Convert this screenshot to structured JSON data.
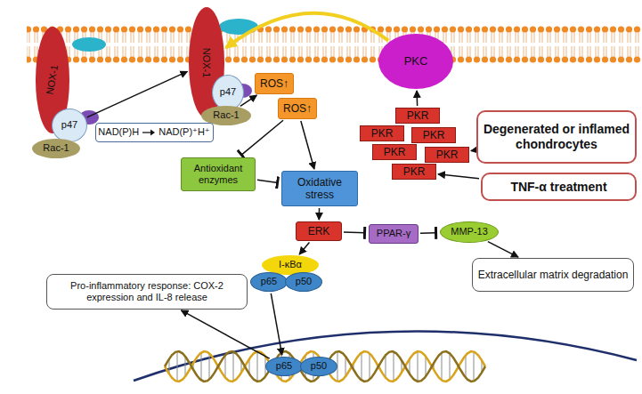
{
  "diagram": {
    "nodes": [
      {
        "text": [
          "NOX-1"
        ]
      },
      {
        "text": [
          "p47"
        ]
      },
      {
        "text": [
          "Rac-1"
        ]
      },
      {
        "text": [
          "NOX-1"
        ]
      },
      {
        "text": [
          "p47"
        ]
      },
      {
        "text": [
          "Rac-1"
        ]
      },
      {
        "text": [
          "NAD(P)H",
          "NAD(P)⁺H⁺"
        ]
      },
      {
        "text": [
          "PKC"
        ]
      },
      {
        "text": [
          "ROS↑"
        ]
      },
      {
        "text": [
          "ROS↑"
        ]
      },
      {
        "text": [
          "PKR"
        ]
      },
      {
        "text": [
          "PKR"
        ]
      },
      {
        "text": [
          "PKR"
        ]
      },
      {
        "text": [
          "PKR"
        ]
      },
      {
        "text": [
          "PKR"
        ]
      },
      {
        "text": [
          "PKR"
        ]
      },
      {
        "text": [
          "Degenerated or inflamed chondrocytes"
        ]
      },
      {
        "text": [
          "TNF-α treatment"
        ]
      },
      {
        "text": [
          "Antioxidant enzymes"
        ]
      },
      {
        "text": [
          "Oxidative stress"
        ]
      },
      {
        "text": [
          "ERK"
        ]
      },
      {
        "text": [
          "PPAR-γ"
        ]
      },
      {
        "text": [
          "MMP-13"
        ]
      },
      {
        "text": [
          "Extracellular matrix degradation"
        ]
      },
      {
        "text": [
          "I-κBα"
        ]
      },
      {
        "text": [
          "p65"
        ]
      },
      {
        "text": [
          "p50"
        ]
      },
      {
        "text": [
          "Pro-inflammatory response: COX-2 expression and IL-8 release"
        ]
      },
      {
        "text": [
          "p65"
        ]
      },
      {
        "text": [
          "p50"
        ]
      }
    ],
    "edges": [
      {
        "from": 1,
        "to": 3,
        "arrow": "to"
      },
      {
        "from": 7,
        "to": 3,
        "arrow": "to"
      },
      {
        "from": 5,
        "to": 8,
        "arrow": "to"
      },
      {
        "from": 10,
        "to": 7,
        "arrow": "to"
      },
      {
        "from": 16,
        "to": 14,
        "arrow": "to"
      },
      {
        "from": 17,
        "to": 15,
        "arrow": "to"
      },
      {
        "from": 9,
        "to": 18,
        "arrow": "to"
      },
      {
        "from": 9,
        "to": 19,
        "arrow": "to"
      },
      {
        "from": 18,
        "to": 19,
        "arrow": "to"
      },
      {
        "from": 19,
        "to": 20,
        "arrow": "to"
      },
      {
        "from": 20,
        "to": 21,
        "arrow": "to"
      },
      {
        "from": 21,
        "to": 22,
        "arrow": "to"
      },
      {
        "from": 22,
        "to": 23,
        "arrow": "to"
      },
      {
        "from": 20,
        "to": 24,
        "arrow": "to"
      },
      {
        "from": 25,
        "to": 28,
        "arrow": "to"
      },
      {
        "from": 28,
        "to": 27,
        "arrow": "to"
      }
    ]
  }
}
